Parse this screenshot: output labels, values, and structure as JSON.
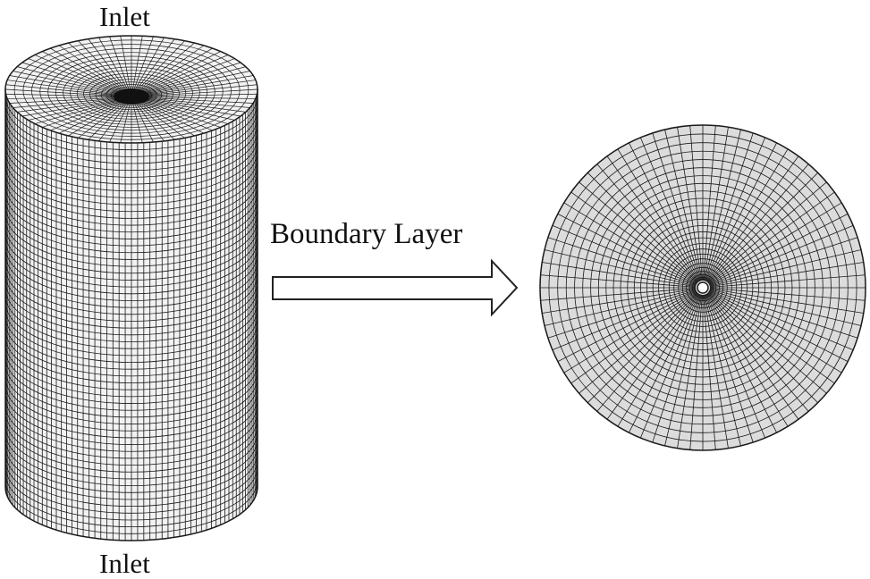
{
  "labels": {
    "top_inlet": "Inlet",
    "bottom_inlet": "Inlet",
    "arrow_caption": "Boundary Layer"
  },
  "colors": {
    "mesh_line": "#1a1a1a",
    "mesh_fill": "#f2f2f2",
    "disc_fill": "#dcdcdc",
    "arrow_stroke": "#222222"
  }
}
